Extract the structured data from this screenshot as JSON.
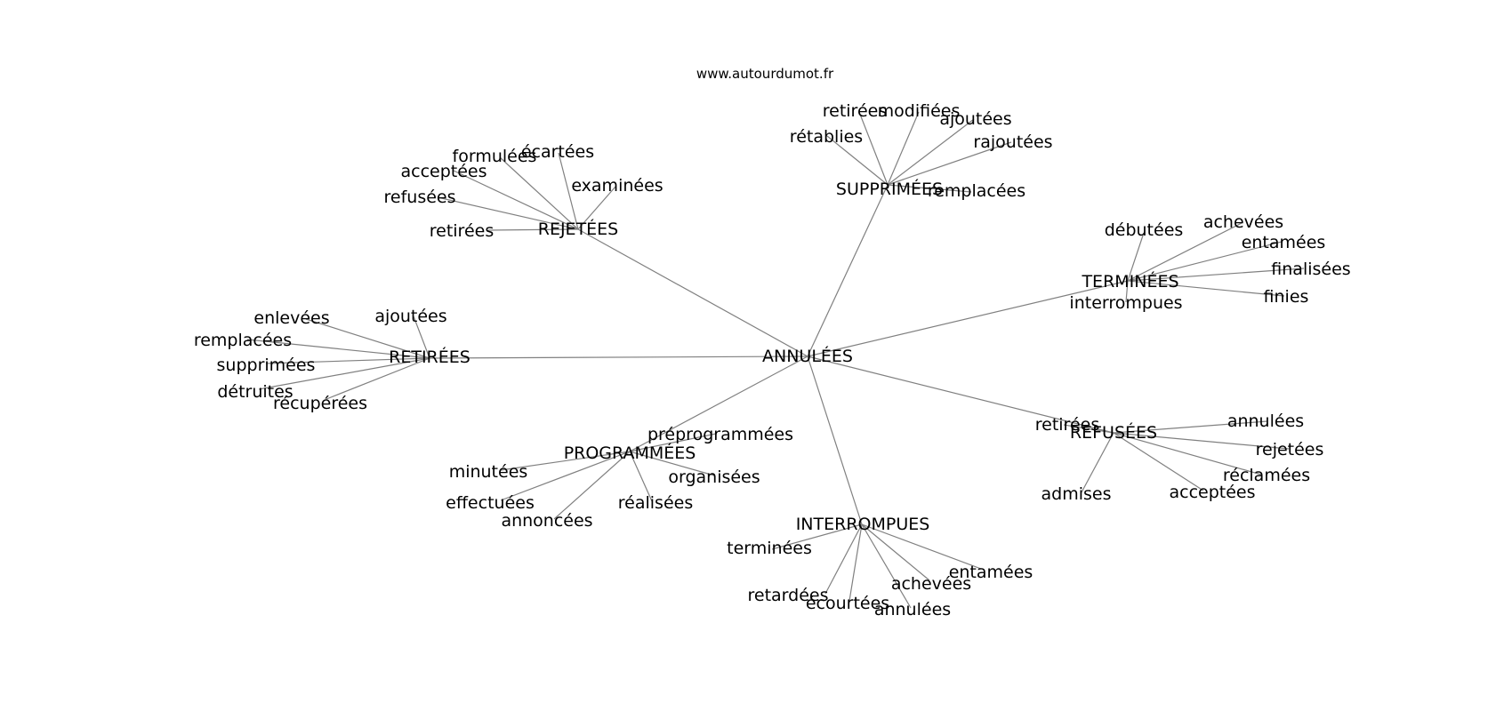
{
  "site_label": "www.autourdumot.fr",
  "graph": {
    "center": {
      "label": "ANNULÉES"
    },
    "clusters": [
      {
        "id": "rejetees",
        "label": "REJETÉES",
        "leaves": [
          "formulées",
          "écartées",
          "acceptées",
          "examinées",
          "refusées",
          "retirées"
        ]
      },
      {
        "id": "supprimees",
        "label": "SUPPRIMÉES",
        "leaves": [
          "retirées",
          "modifiées",
          "rétablies",
          "ajoutées",
          "rajoutées",
          "remplacées"
        ]
      },
      {
        "id": "terminees",
        "label": "TERMINÉES",
        "leaves": [
          "débutées",
          "achevées",
          "entamées",
          "finalisées",
          "finies",
          "interrompues"
        ]
      },
      {
        "id": "retirees",
        "label": "RETIRÉES",
        "leaves": [
          "enlevées",
          "ajoutées",
          "remplacées",
          "supprimées",
          "détruites",
          "récupérées"
        ]
      },
      {
        "id": "programmees",
        "label": "PROGRAMMÉES",
        "leaves": [
          "préprogrammées",
          "minutées",
          "organisées",
          "effectuées",
          "réalisées",
          "annoncées"
        ]
      },
      {
        "id": "interrompues",
        "label": "INTERROMPUES",
        "leaves": [
          "terminées",
          "entamées",
          "achevées",
          "retardées",
          "écourtées",
          "annulées"
        ]
      },
      {
        "id": "refusees",
        "label": "REFUSÉES",
        "leaves": [
          "retirées",
          "annulées",
          "rejetées",
          "réclamées",
          "admises",
          "acceptées"
        ]
      }
    ]
  }
}
